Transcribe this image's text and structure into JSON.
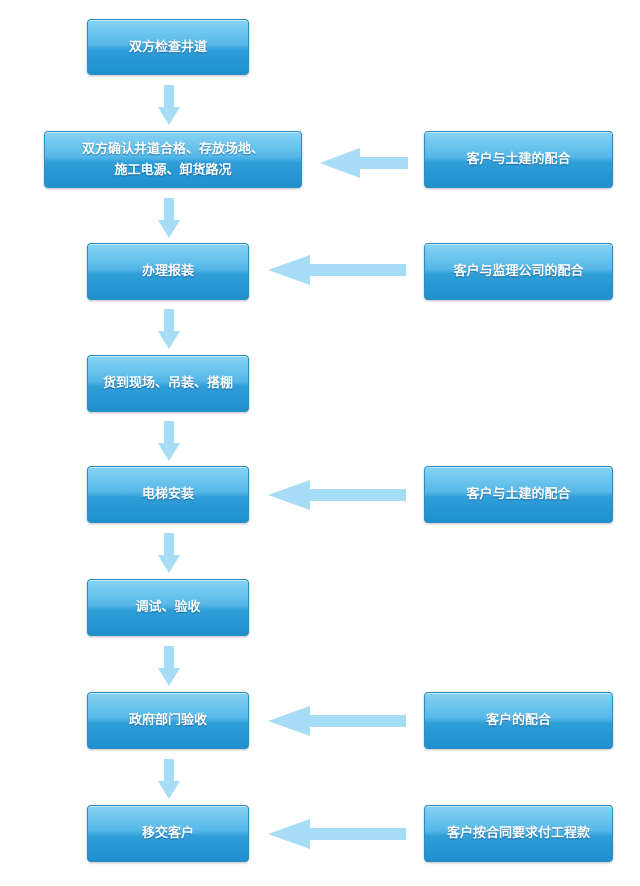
{
  "steps": [
    {
      "lines": [
        "双方检查井道"
      ]
    },
    {
      "lines": [
        "双方确认井道合格、存放场地、",
        "施工电源、卸货路况"
      ]
    },
    {
      "lines": [
        "办理报装"
      ]
    },
    {
      "lines": [
        "货到现场、吊装、搭棚"
      ]
    },
    {
      "lines": [
        "电梯安装"
      ]
    },
    {
      "lines": [
        "调试、验收"
      ]
    },
    {
      "lines": [
        "政府部门验收"
      ]
    },
    {
      "lines": [
        "移交客户"
      ]
    }
  ],
  "side_notes": [
    {
      "label": "客户与土建的配合"
    },
    {
      "label": "客户与监理公司的配合"
    },
    {
      "label": "客户与土建的配合"
    },
    {
      "label": "客户的配合"
    },
    {
      "label": "客户按合同要求付工程款"
    }
  ],
  "colors": {
    "box_border": "#2a8dc3",
    "box_top": "#86d2f3",
    "box_bottom": "#1f8fce",
    "arrow": "#a6dcf6",
    "text": "#ffffff"
  }
}
